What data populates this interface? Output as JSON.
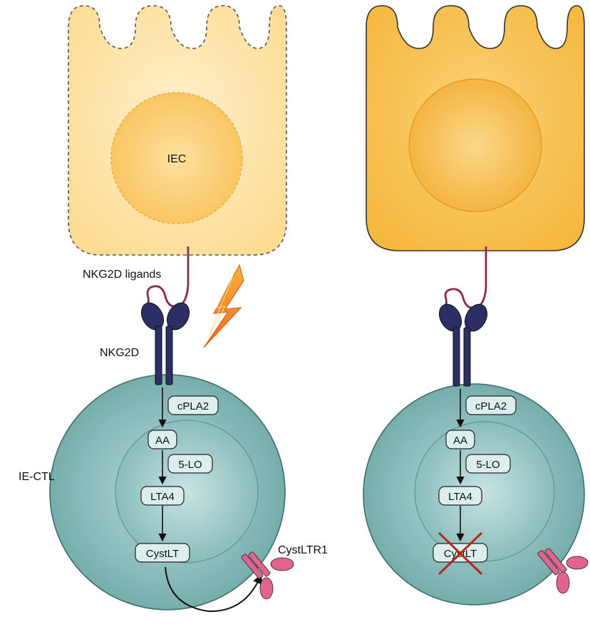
{
  "labels": {
    "iec": "IEC",
    "nkg2d_ligands": "NKG2D ligands",
    "nkg2d": "NKG2D",
    "ie_ctl": "IE-CTL",
    "cystltr1": "CystLTR1"
  },
  "left_pathway": {
    "cpla2": "cPLA2",
    "aa": "AA",
    "lo5": "5-LO",
    "lta4": "LTA4",
    "cystlt": "CystLT"
  },
  "right_pathway": {
    "cpla2": "cPLA2",
    "aa": "AA",
    "lo5": "5-LO",
    "lta4": "LTA4",
    "cystlt": "CystLT"
  },
  "colors": {
    "iec_stressed": "#fde3a4",
    "iec_normal": "#f7bf4a",
    "ctl": "#7fb6b4",
    "receptor": "#2b2f66",
    "ligand": "#b8416b",
    "cystltr1": "#e2638f",
    "lightning": "#f58a1f",
    "cross": "#b3281f"
  }
}
